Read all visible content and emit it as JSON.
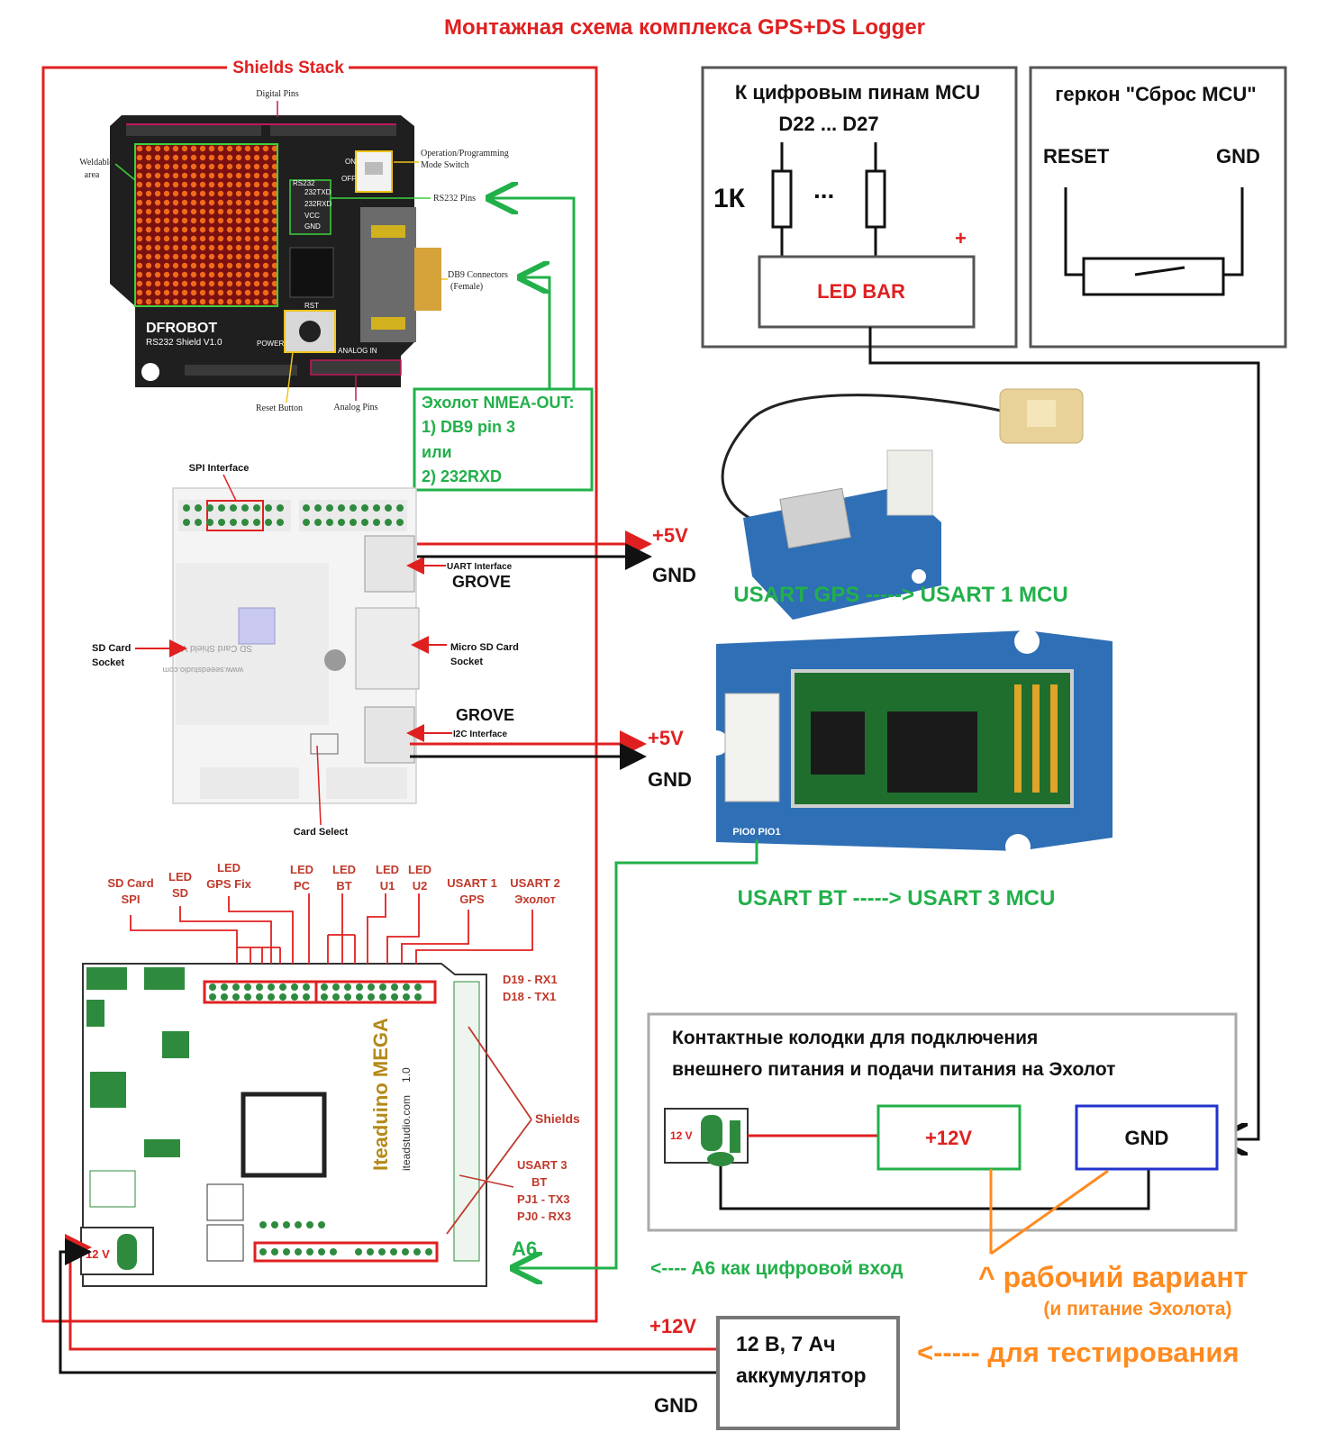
{
  "title": "Монтажная схема комплекса GPS+DS Logger",
  "shields_stack": {
    "label": "Shields Stack",
    "rs232_shield": {
      "brand": "DFROBOT",
      "model": "RS232 Shield V1.0",
      "digital_pins": "Digital Pins",
      "weldable_area": "Weldable area",
      "mode_switch": "Operation/Programming Mode Switch",
      "rs232_pins": "RS232 Pins",
      "db9": "DB9 Connectors (Female)",
      "reset_button": "Reset Button",
      "analog_pins": "Analog Pins",
      "pin_rs232": "RS232",
      "pin_txd": "232TXD",
      "pin_rxd": "232RXD",
      "pin_vcc": "VCC",
      "pin_gnd": "GND",
      "label_on": "ON",
      "label_off": "OFF",
      "label_power": "POWER",
      "label_analog_in": "ANALOG IN",
      "label_rst": "RST"
    },
    "sounder_box": {
      "line1": "Эхолот NMEA-OUT:",
      "line2": "1) DB9 pin 3",
      "line3": "или",
      "line4": "2) 232RXD"
    },
    "sd_shield": {
      "spi": "SPI Interface",
      "uart": "UART Interface",
      "grove1": "GROVE",
      "sd_socket": "SD Card Socket",
      "micro_sd": "Micro SD Card Socket",
      "grove2": "GROVE",
      "i2c": "I2C Interface",
      "card_select": "Card Select",
      "board_name": "SD Card Shield V3.0",
      "board_site": "www.seeedstudio.com"
    },
    "mega": {
      "board_name": "Iteaduino MEGA",
      "site": "iteadstudio.com",
      "version": "1.0",
      "callouts": [
        {
          "top": "SD Card",
          "bottom": "SPI"
        },
        {
          "top": "LED",
          "bottom": "SD"
        },
        {
          "top": "LED",
          "bottom": "GPS Fix"
        },
        {
          "top": "LED",
          "bottom": "PC"
        },
        {
          "top": "LED",
          "bottom": "BT"
        },
        {
          "top": "LED",
          "bottom": "U1"
        },
        {
          "top": "LED",
          "bottom": "U2"
        },
        {
          "top": "USART 1",
          "bottom": "GPS"
        },
        {
          "top": "USART 2",
          "bottom": "Эхолот"
        }
      ],
      "rx1": "D19 - RX1",
      "tx1": "D18 - TX1",
      "shields": "Shields",
      "usart3_1": "USART 3",
      "usart3_2": "BT",
      "usart3_3": "PJ1 - TX3",
      "usart3_4": "PJ0 - RX3",
      "a6": "A6",
      "power_12v": "12 V"
    }
  },
  "led_box": {
    "title1": "К цифровым пинам MCU",
    "title2": "D22 ... D27",
    "resistor": "1К",
    "dots": "...",
    "plus": "+",
    "led_bar": "LED BAR"
  },
  "reed_box": {
    "title": "геркон \"Сброс MCU\"",
    "reset": "RESET",
    "gnd": "GND"
  },
  "gps": {
    "v5": "+5V",
    "gnd": "GND",
    "caption": "USART GPS -----> USART 1 MCU"
  },
  "bt": {
    "v5": "+5V",
    "gnd": "GND",
    "caption": "USART BT -----> USART 3 MCU",
    "pins": "PIO0 PIO1"
  },
  "power_box": {
    "title1": "Контактные колодки для подключения",
    "title2": "внешнего питания и подачи питания на Эхолот",
    "jack": "12 V",
    "plus12": "+12V",
    "gnd": "GND"
  },
  "notes": {
    "a6_input": "<---- A6 как цифровой вход",
    "working": "^ рабочий вариант",
    "working_sub": "(и питание Эхолота)",
    "testing": "<----- для тестирования"
  },
  "battery": {
    "plus12": "+12V",
    "gnd": "GND",
    "line1": "12 В, 7 Ач",
    "line2": "аккумулятор"
  },
  "colors": {
    "red": "#e02020",
    "green": "#22b04a",
    "blue": "#2233cc",
    "orange": "#ff8a1e",
    "black": "#111111",
    "gray": "#888888",
    "dfrobot_board": "#222222",
    "grove_board": "#2f6fb5"
  }
}
